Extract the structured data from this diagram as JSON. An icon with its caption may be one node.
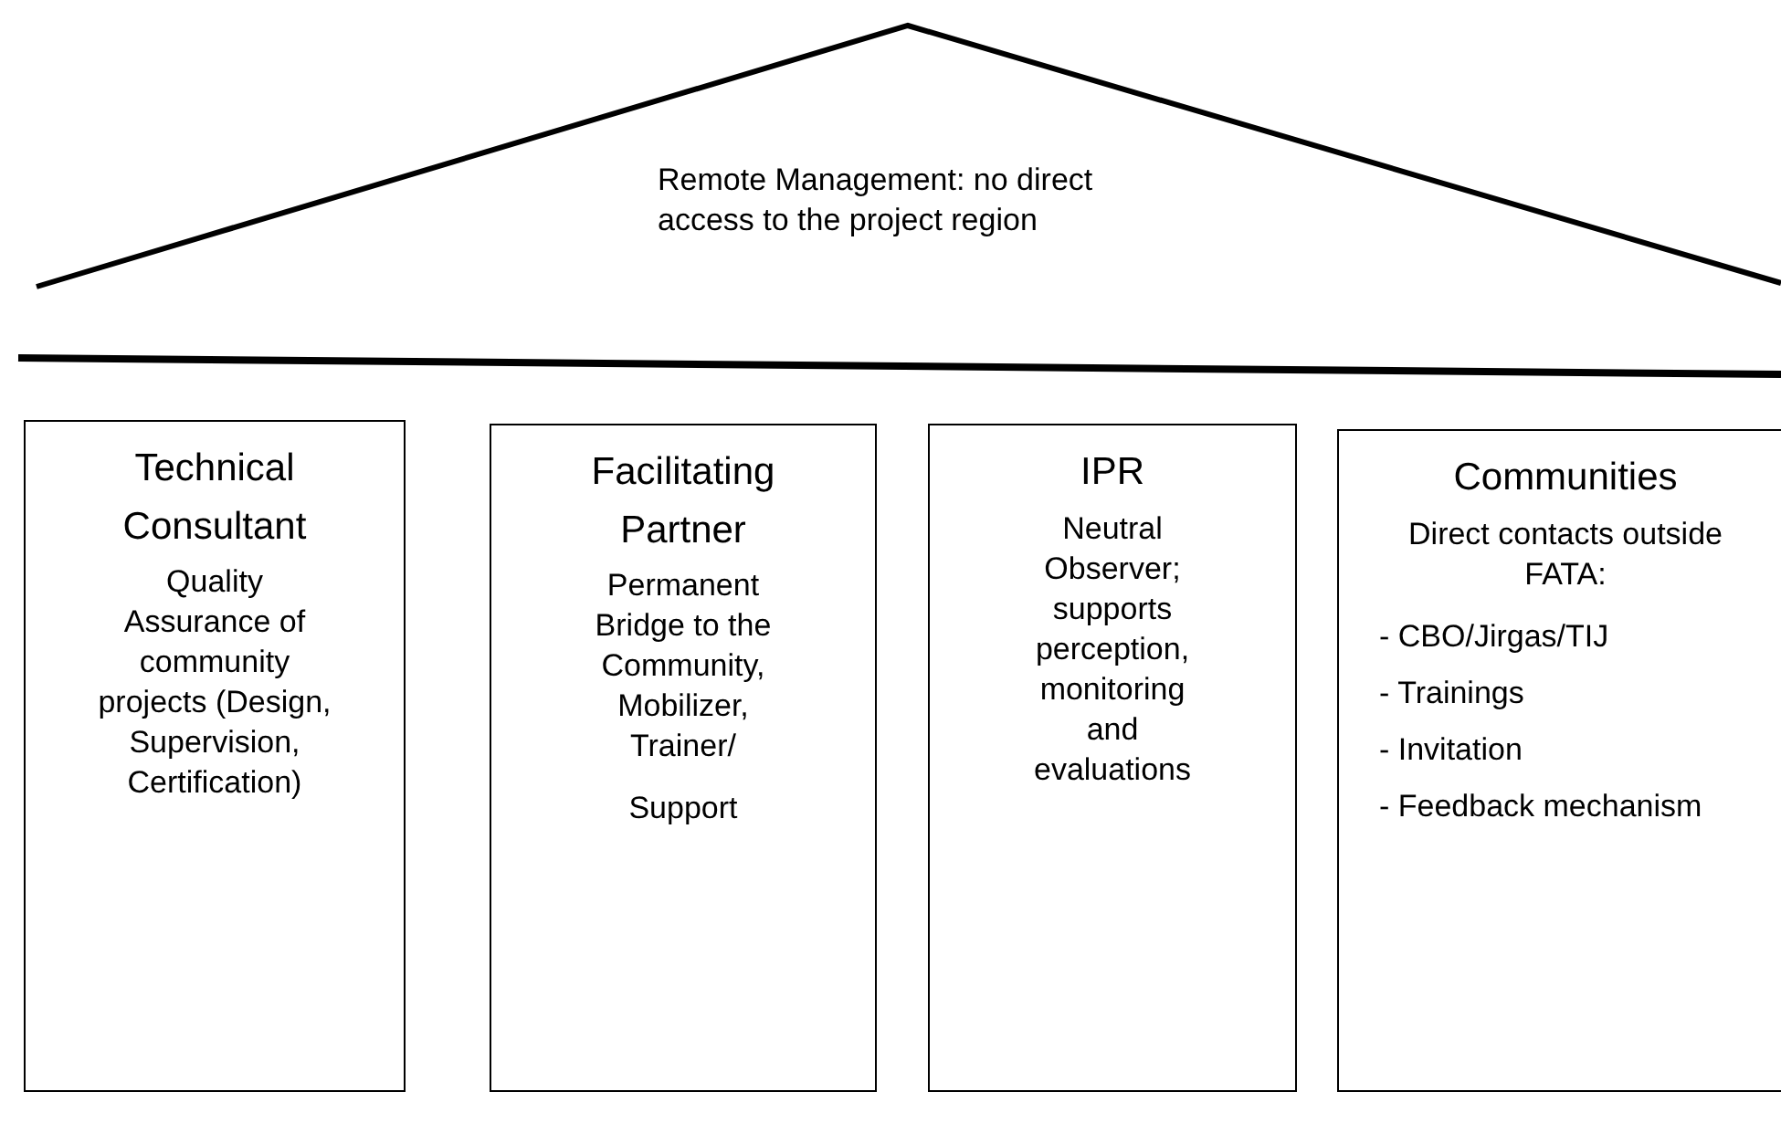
{
  "diagram": {
    "nodes": [
      {
        "text": [
          "Remote Management: no direct access to the project region"
        ]
      },
      {
        "text": [
          "Technical Consultant",
          "Quality Assurance of community projects (Design, Supervision, Certification)"
        ]
      },
      {
        "text": [
          "Facilitating Partner",
          "Permanent Bridge to the Community, Mobilizer, Trainer/",
          "Support"
        ]
      },
      {
        "text": [
          "IPR",
          "Neutral Observer; supports perception, monitoring and evaluations"
        ]
      },
      {
        "text": [
          "Communities",
          "Direct contacts outside FATA:",
          "- CBO/Jirgas/TIJ",
          "- Trainings",
          "- Invitation",
          "- Feedback mechanism"
        ]
      }
    ]
  }
}
